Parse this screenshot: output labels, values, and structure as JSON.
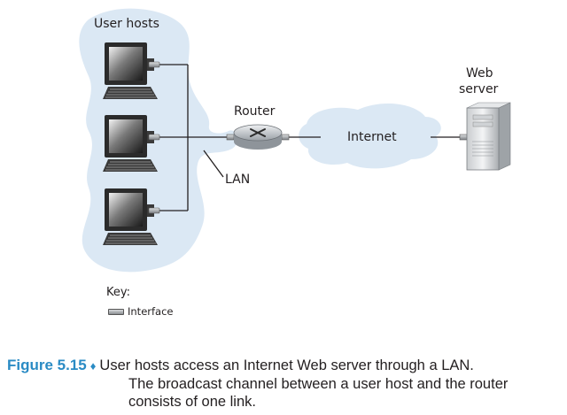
{
  "labels": {
    "user_hosts": "User hosts",
    "router": "Router",
    "lan": "LAN",
    "internet": "Internet",
    "web_server_line1": "Web",
    "web_server_line2": "server"
  },
  "key": {
    "title": "Key:",
    "interface_label": "Interface"
  },
  "caption": {
    "figure_number": "Figure 5.15",
    "separator": "♦",
    "line1": "User hosts access an Internet Web server through a LAN.",
    "line2": "The broadcast channel between a user host and the router",
    "line3": "consists of one link."
  },
  "colors": {
    "cloud": "#dbe8f4",
    "accent": "#2a8bc4",
    "line": "#231f20"
  },
  "icons": [
    "monitor-icon",
    "keyboard-icon",
    "router-icon",
    "server-tower-icon",
    "cloud-shape"
  ]
}
